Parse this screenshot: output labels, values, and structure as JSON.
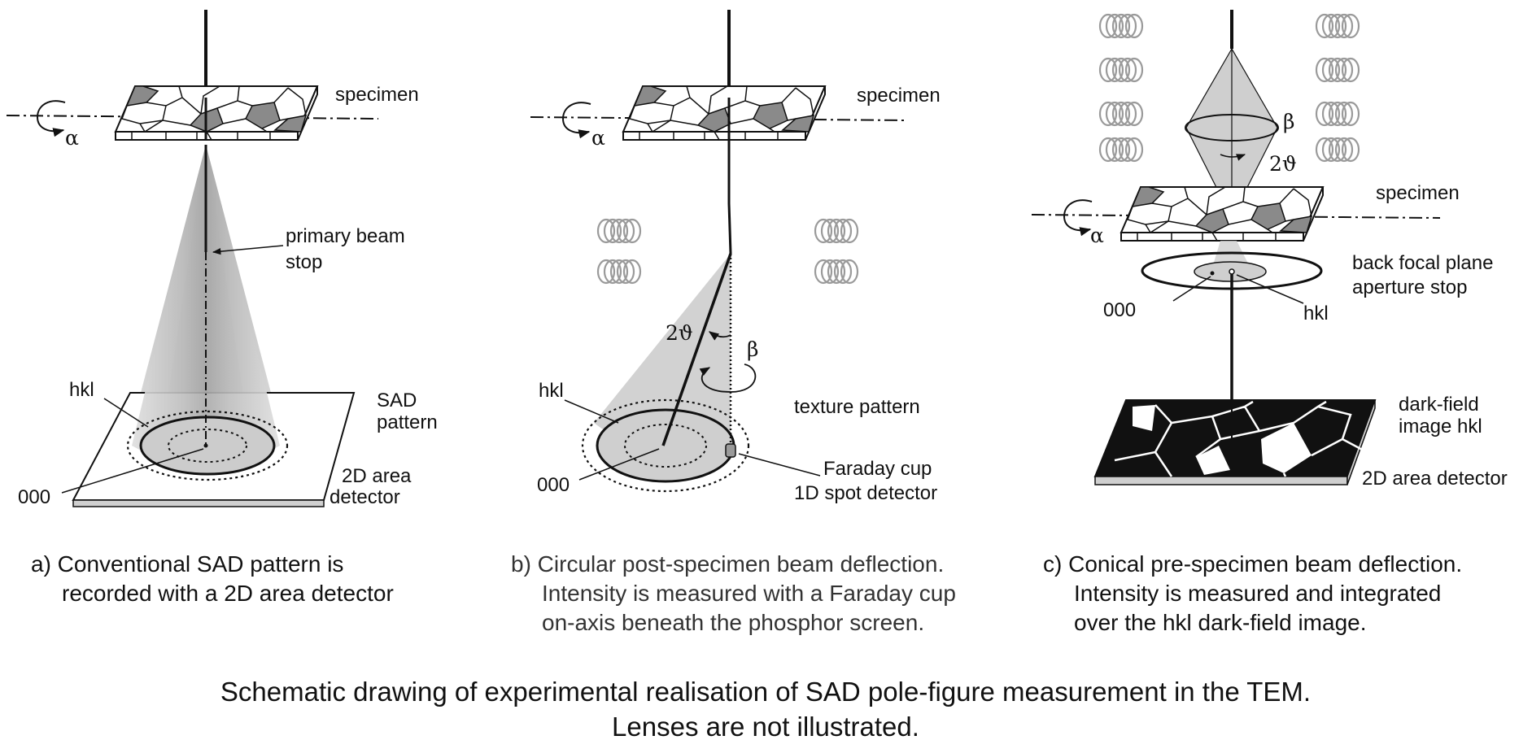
{
  "panel_a": {
    "specimen": "specimen",
    "alpha": "α",
    "primary_beam_stop": [
      "primary beam",
      "stop"
    ],
    "hkl": "hkl",
    "zero": "000",
    "sad_pattern": [
      "SAD",
      "pattern"
    ],
    "detector": [
      "2D area",
      "detector"
    ],
    "caption": [
      "a) Conventional SAD pattern is",
      "recorded with a 2D area detector"
    ]
  },
  "panel_b": {
    "specimen": "specimen",
    "alpha": "α",
    "two_theta": "2ϑ",
    "beta": "β",
    "hkl": "hkl",
    "zero": "000",
    "texture_pattern": "texture pattern",
    "faraday": [
      "Faraday cup",
      "1D spot detector"
    ],
    "caption": [
      "b) Circular post-specimen beam deflection.",
      "Intensity is measured with a Faraday cup",
      "on-axis beneath the phosphor screen."
    ]
  },
  "panel_c": {
    "specimen": "specimen",
    "alpha": "α",
    "beta": "β",
    "two_theta": "2ϑ",
    "bfp": [
      "back focal plane",
      "aperture stop"
    ],
    "zero": "000",
    "hkl": "hkl",
    "darkfield": [
      "dark-field",
      "image hkl"
    ],
    "detector": "2D area detector",
    "caption": [
      "c) Conical pre-specimen beam deflection.",
      "Intensity is measured and integrated",
      "over the hkl dark-field image."
    ]
  },
  "title": [
    "Schematic drawing of experimental realisation of SAD pole-figure measurement in the TEM.",
    "Lenses are not illustrated."
  ],
  "colors": {
    "ink": "#111111",
    "grain_grey": "#8a8a8a",
    "cone_light": "#d4d4d4",
    "cone_dark": "#b0b0b0",
    "coil": "#9a9a9a"
  }
}
